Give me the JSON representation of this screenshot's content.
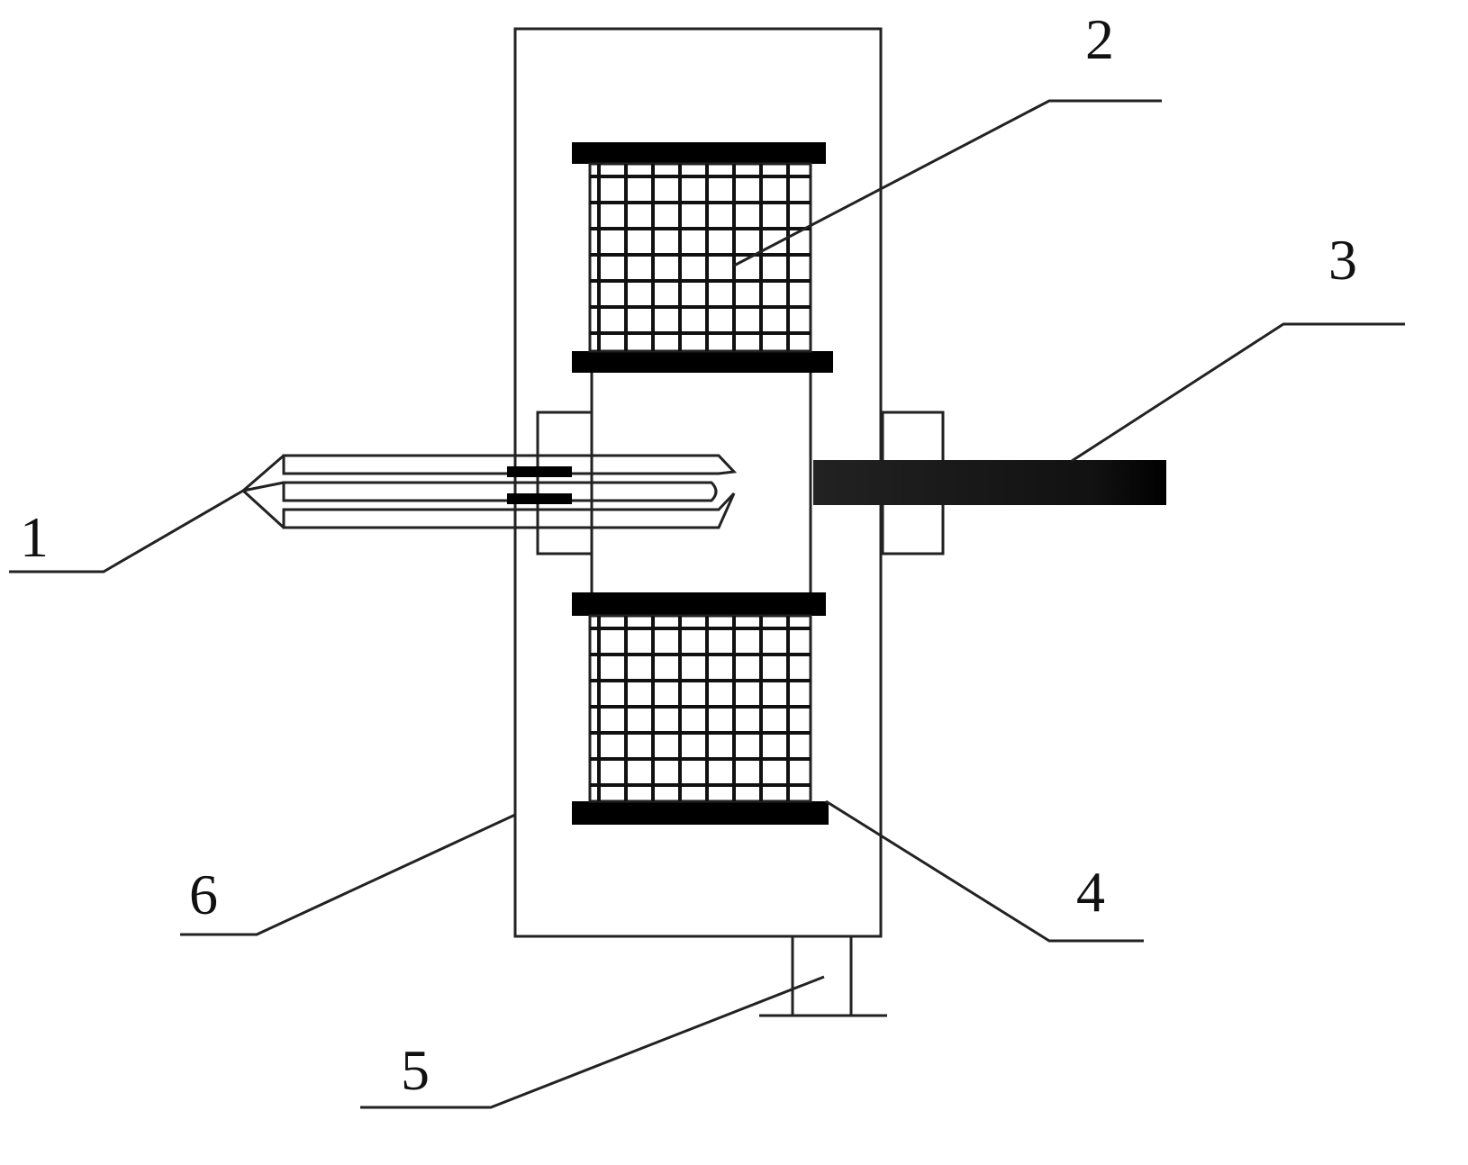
{
  "labels": {
    "l1": "1",
    "l2": "2",
    "l3": "3",
    "l4": "4",
    "l5": "5",
    "l6": "6"
  },
  "colors": {
    "line": "#222222",
    "fill": "#000000",
    "background": "#ffffff"
  }
}
